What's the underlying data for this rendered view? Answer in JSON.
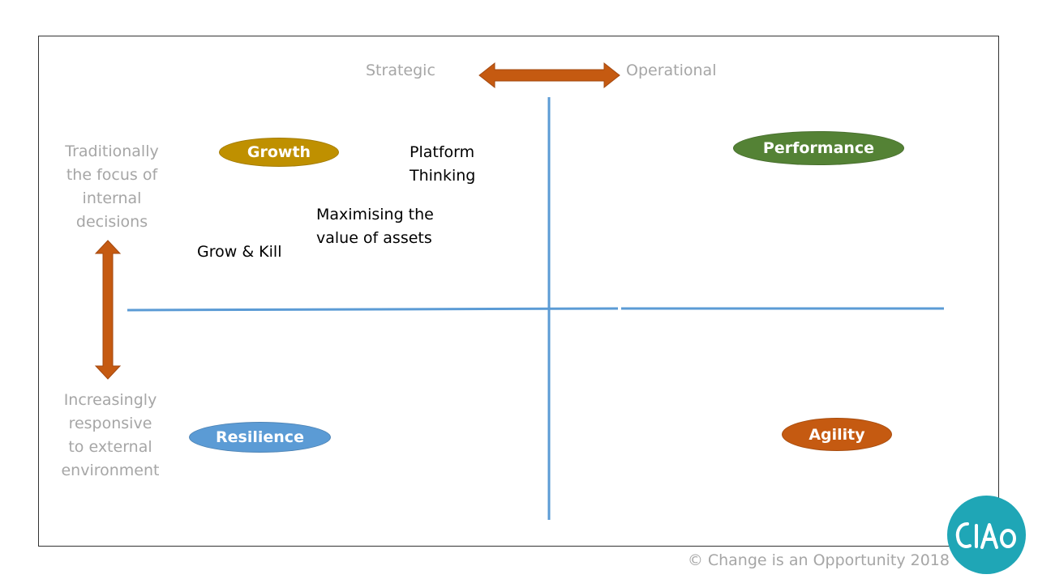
{
  "top_axis": {
    "left": "Strategic",
    "right": "Operational"
  },
  "side_axis": {
    "top": "Traditionally\nthe focus of\ninternal\ndecisions",
    "bottom": "Increasingly\nresponsive\nto external\nenvironment"
  },
  "quadrants": {
    "top_left": {
      "label": "Growth",
      "color": "#bf9000"
    },
    "top_right": {
      "label": "Performance",
      "color": "#548235"
    },
    "bottom_left": {
      "label": "Resilience",
      "color": "#5b9bd5"
    },
    "bottom_right": {
      "label": "Agility",
      "color": "#c55a11"
    }
  },
  "items": {
    "platform": "Platform\nThinking",
    "maximising": "Maximising the\nvalue of assets",
    "grow_kill": "Grow & Kill"
  },
  "colors": {
    "axis_line": "#5b9bd5",
    "arrow": "#c55a11"
  },
  "footer": "© Change is an Opportunity 2018",
  "logo": {
    "text": "CIAO",
    "icon": "ciao-logo-icon"
  }
}
